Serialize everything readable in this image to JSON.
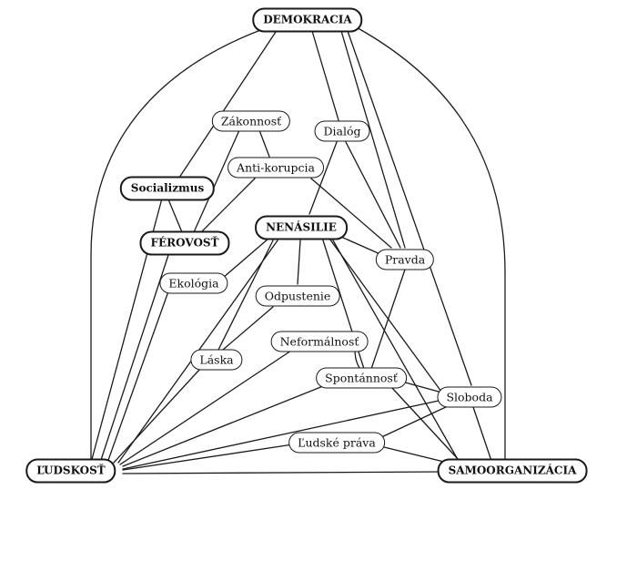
{
  "nodes": {
    "demokracia": "DEMOKRACIA",
    "zakonnost": "Zákonnosť",
    "dialog": "Dialóg",
    "antikorupcia": "Anti-korupcia",
    "socializmus": "Socializmus",
    "nenasilie": "NENÁSILIE",
    "ferovost": "FÉROVOSŤ",
    "pravda": "Pravda",
    "ekologia": "Ekológia",
    "odpustenie": "Odpustenie",
    "neformalnost": "Neformálnosť",
    "laska": "Láska",
    "spontannost": "Spontánnosť",
    "sloboda": "Sloboda",
    "ludske_prava": "Ľudské práva",
    "ludskost": "ĽUDSKOSŤ",
    "samoorganizacia": "SAMOORGANIZÁCIA"
  }
}
